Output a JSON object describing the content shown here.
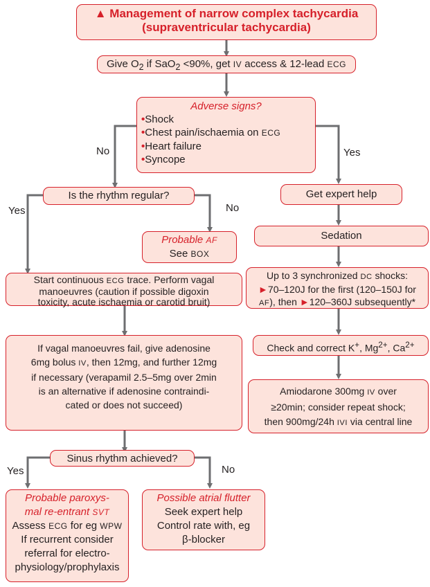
{
  "title": {
    "icon": "warning-triangle-icon",
    "line1": "Management of narrow complex tachycardia",
    "line2": "(supraventricular tachycardia)"
  },
  "step1": {
    "a": "Give O",
    "sub": "2",
    "b": " if SaO",
    "sub2": "2",
    "c": " <90%, get ",
    "iv": "IV",
    "d": " access & 12-lead ",
    "ecg": "ECG"
  },
  "adverse": {
    "heading": "Adverse signs?",
    "items": [
      "Shock",
      "Chest pain/ischaemia on",
      "Heart failure",
      "Syncope"
    ],
    "ecg": "ECG"
  },
  "labels": {
    "no1": "No",
    "yes1": "Yes",
    "yes2": "Yes",
    "no2": "No",
    "yes3": "Yes",
    "no3": "No"
  },
  "regular": "Is the rhythm regular?",
  "af": {
    "heading": "Probable",
    "af": "AF",
    "see": "See",
    "box": "BOX"
  },
  "vagal": {
    "a": "Start continuous",
    "ecg": "ECG",
    "b": "trace. Perform vagal",
    "c": "manoeuvres (caution if possible digoxin",
    "d": "toxicity, acute ischaemia or carotid bruit)"
  },
  "adenosine": {
    "l1": "If vagal manoeuvres fail, give adenosine",
    "l2a": "6mg bolus",
    "iv": "IV",
    "l2b": ", then 12mg, and further 12mg",
    "l3": "if necessary (verapamil 2.5–5mg over 2min",
    "l4": "is an alternative if adenosine contraindi-",
    "l5": "cated or does not succeed)"
  },
  "sinus": "Sinus rhythm achieved?",
  "svt": {
    "l1": "Probable paroxys-",
    "l2": "mal re-entrant",
    "svt": "SVT",
    "l3a": "Assess",
    "ecg": "ECG",
    "l3b": "for eg",
    "wpw": "WPW",
    "l4": "If recurrent consider",
    "l5": "referral for electro-",
    "l6": "physiology/prophylaxis"
  },
  "flutter": {
    "heading": "Possible atrial flutter",
    "l1": "Seek expert help",
    "l2": "Control rate with, eg",
    "l3": "β-blocker"
  },
  "expert": "Get expert help",
  "sedation": "Sedation",
  "shocks": {
    "l1a": "Up to 3 synchronized",
    "dc": "DC",
    "l1b": "shocks:",
    "l2": "70–120J for the first (120–150J for",
    "af": "AF",
    "l3": "), then",
    "l3b": "120–360J subsequently*"
  },
  "electrolytes": {
    "a": "Check and correct K",
    "k": "+",
    "b": ", Mg",
    "mg": "2+",
    "c": ", Ca",
    "ca": "2+"
  },
  "amiodarone": {
    "l1a": "Amiodarone 300mg",
    "iv": "IV",
    "l1b": "over",
    "l2": "≥20min; consider repeat shock;",
    "l3a": "then 900mg/24h",
    "ivi": "IVI",
    "l3b": "via central line"
  },
  "colors": {
    "accent": "#d6202a",
    "fill": "#fde3dc",
    "arrow": "#6d6e70"
  }
}
